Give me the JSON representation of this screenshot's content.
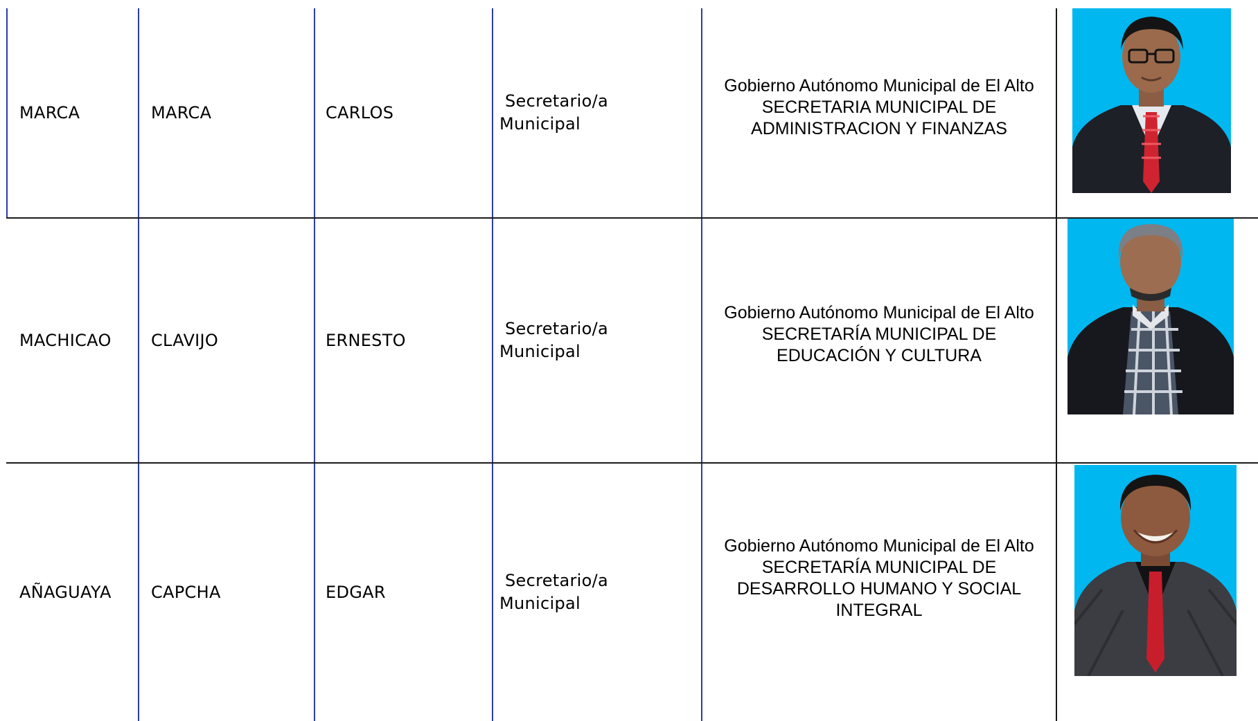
{
  "rows": [
    {
      "apellido_paterno": "MARCA",
      "apellido_materno": "MARCA",
      "nombre": "CARLOS",
      "cargo_line1": "Secretario/a",
      "cargo_line2": "Municipal",
      "entidad": "Gobierno Autónomo Municipal de El Alto",
      "dependencia_line1": "SECRETARIA MUNICIPAL DE",
      "dependencia_line2": "ADMINISTRACION Y FINANZAS",
      "dependencia_line3": "",
      "photo_icon": "portrait-photo-man-suit-red-tie",
      "photo_bg": "#00b7f0"
    },
    {
      "apellido_paterno": "MACHICAO",
      "apellido_materno": "CLAVIJO",
      "nombre": "ERNESTO",
      "cargo_line1": "Secretario/a",
      "cargo_line2": "Municipal",
      "entidad": "Gobierno Autónomo Municipal de El Alto",
      "dependencia_line1": "SECRETARÍA MUNICIPAL DE",
      "dependencia_line2": "EDUCACIÓN Y CULTURA",
      "dependencia_line3": "",
      "photo_icon": "portrait-photo-man-black-jacket",
      "photo_bg": "#00b7f0"
    },
    {
      "apellido_paterno": "AÑAGUAYA",
      "apellido_materno": "CAPCHA",
      "nombre": "EDGAR",
      "cargo_line1": "Secretario/a",
      "cargo_line2": "Municipal",
      "entidad": "Gobierno Autónomo Municipal de El Alto",
      "dependencia_line1": "SECRETARÍA MUNICIPAL DE",
      "dependencia_line2": "DESARROLLO HUMANO Y SOCIAL",
      "dependencia_line3": "INTEGRAL",
      "photo_icon": "portrait-photo-man-grey-suit-red-tie",
      "photo_bg": "#00b7f0"
    }
  ],
  "colors": {
    "blue_rule": "#2b3aa8",
    "black_rule": "#1a1a1a",
    "photo_background": "#00b7f0"
  }
}
